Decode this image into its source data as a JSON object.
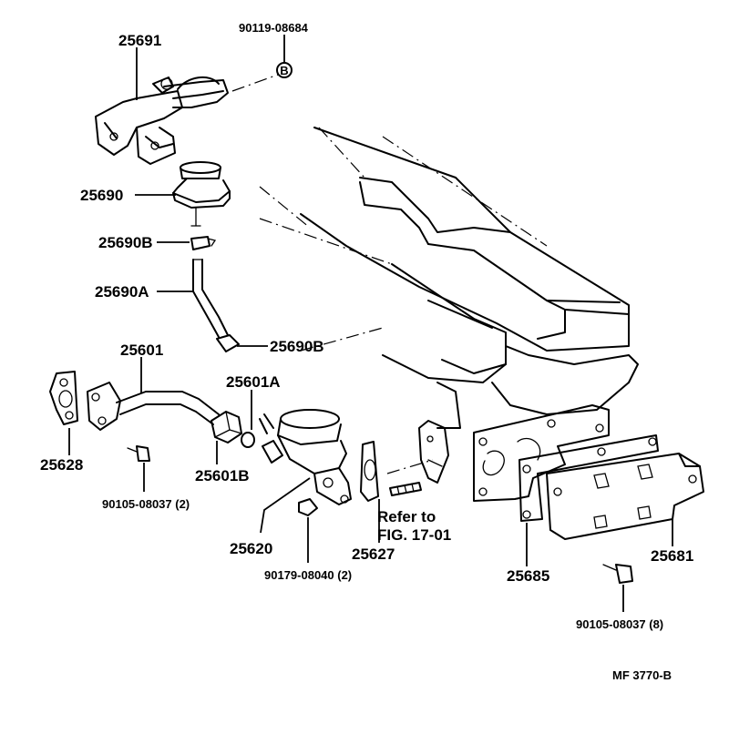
{
  "labels": {
    "p25691": "25691",
    "p90119_08684": "90119-08684",
    "marker_b": "B",
    "p25690": "25690",
    "p25690B_top": "25690B",
    "p25690A": "25690A",
    "p25690B_bottom": "25690B",
    "p25601": "25601",
    "p25601A": "25601A",
    "p25628": "25628",
    "p90105_08037_2": "90105-08037 (2)",
    "p25601B": "25601B",
    "p25620": "25620",
    "p90179_08040_2": "90179-08040 (2)",
    "p25627": "25627",
    "refer_line1": "Refer to",
    "refer_line2": "FIG. 17-01",
    "p25685": "25685",
    "p25681": "25681",
    "p90105_08037_8": "90105-08037 (8)",
    "figure_code": "MF  3770-B"
  }
}
